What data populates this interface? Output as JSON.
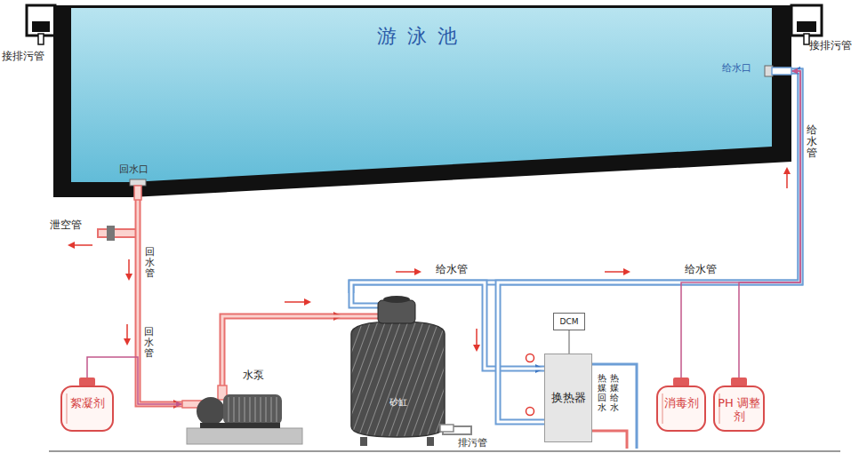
{
  "diagram": {
    "nodes": [
      {
        "text": [
          "游泳池"
        ]
      },
      {
        "text": [
          "絮凝剂"
        ]
      },
      {
        "text": [
          "水泵"
        ]
      },
      {
        "text": [
          "砂缸"
        ]
      },
      {
        "text": [
          "换热器"
        ]
      },
      {
        "text": [
          "DCM"
        ]
      },
      {
        "text": [
          "消毒剂"
        ]
      },
      {
        "text": [
          "PH 调整剂"
        ]
      }
    ],
    "edges": [
      {
        "from": 0,
        "to": 2,
        "arrow": "to"
      },
      {
        "from": 2,
        "to": 3,
        "arrow": "to"
      },
      {
        "from": 3,
        "to": 0,
        "arrow": "to"
      },
      {
        "from": 3,
        "to": 4,
        "arrow": "to"
      },
      {
        "from": 4,
        "to": 0,
        "arrow": "to"
      },
      {
        "from": 5,
        "to": 4,
        "arrow": "none"
      },
      {
        "from": 1,
        "to": 2,
        "arrow": "to"
      },
      {
        "from": 6,
        "to": 0,
        "arrow": "to"
      },
      {
        "from": 7,
        "to": 0,
        "arrow": "to"
      }
    ],
    "labels": [
      "接排污管",
      "接排污管",
      "给水口",
      "回水口",
      "泄空管",
      "回水管",
      "回水管",
      "给水管",
      "给水管",
      "给水管",
      "排污管",
      "热媒回水",
      "热媒给水"
    ]
  }
}
